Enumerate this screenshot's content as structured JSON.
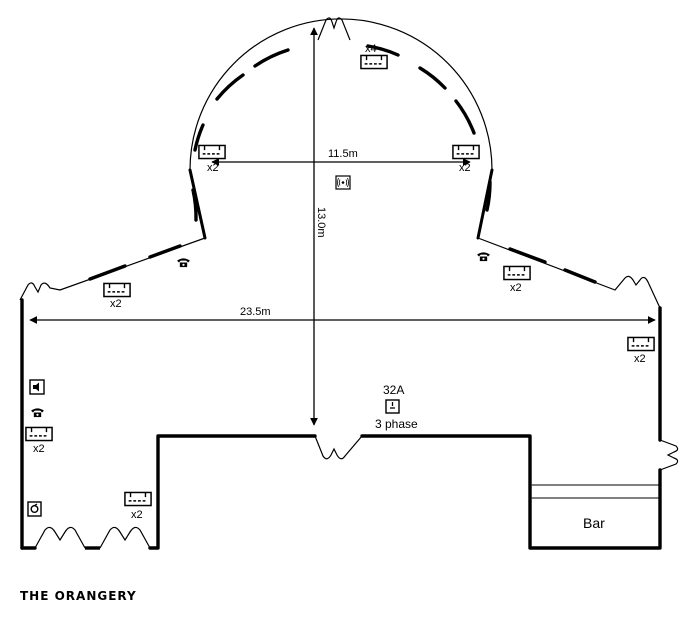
{
  "title": "THE ORANGERY",
  "dimensions": {
    "width_dome": "11.5m",
    "length_total": "23.5m",
    "height_dome": "13.0m"
  },
  "sockets": [
    {
      "id": "dome-top",
      "count": "x4"
    },
    {
      "id": "dome-left",
      "count": "x2"
    },
    {
      "id": "dome-right",
      "count": "x2"
    },
    {
      "id": "left-diagonal",
      "count": "x2"
    },
    {
      "id": "right-diagonal",
      "count": "x2"
    },
    {
      "id": "right-wall",
      "count": "x2"
    },
    {
      "id": "left-wall",
      "count": "x2"
    },
    {
      "id": "bottom-left",
      "count": "x2"
    }
  ],
  "power_point": {
    "rating": "32A",
    "phase": "3 phase"
  },
  "bar": {
    "label": "Bar"
  },
  "icons": [
    "power-socket-icon",
    "telephone-icon",
    "wifi-icon",
    "speaker-icon",
    "alarm-icon",
    "door-icon"
  ]
}
